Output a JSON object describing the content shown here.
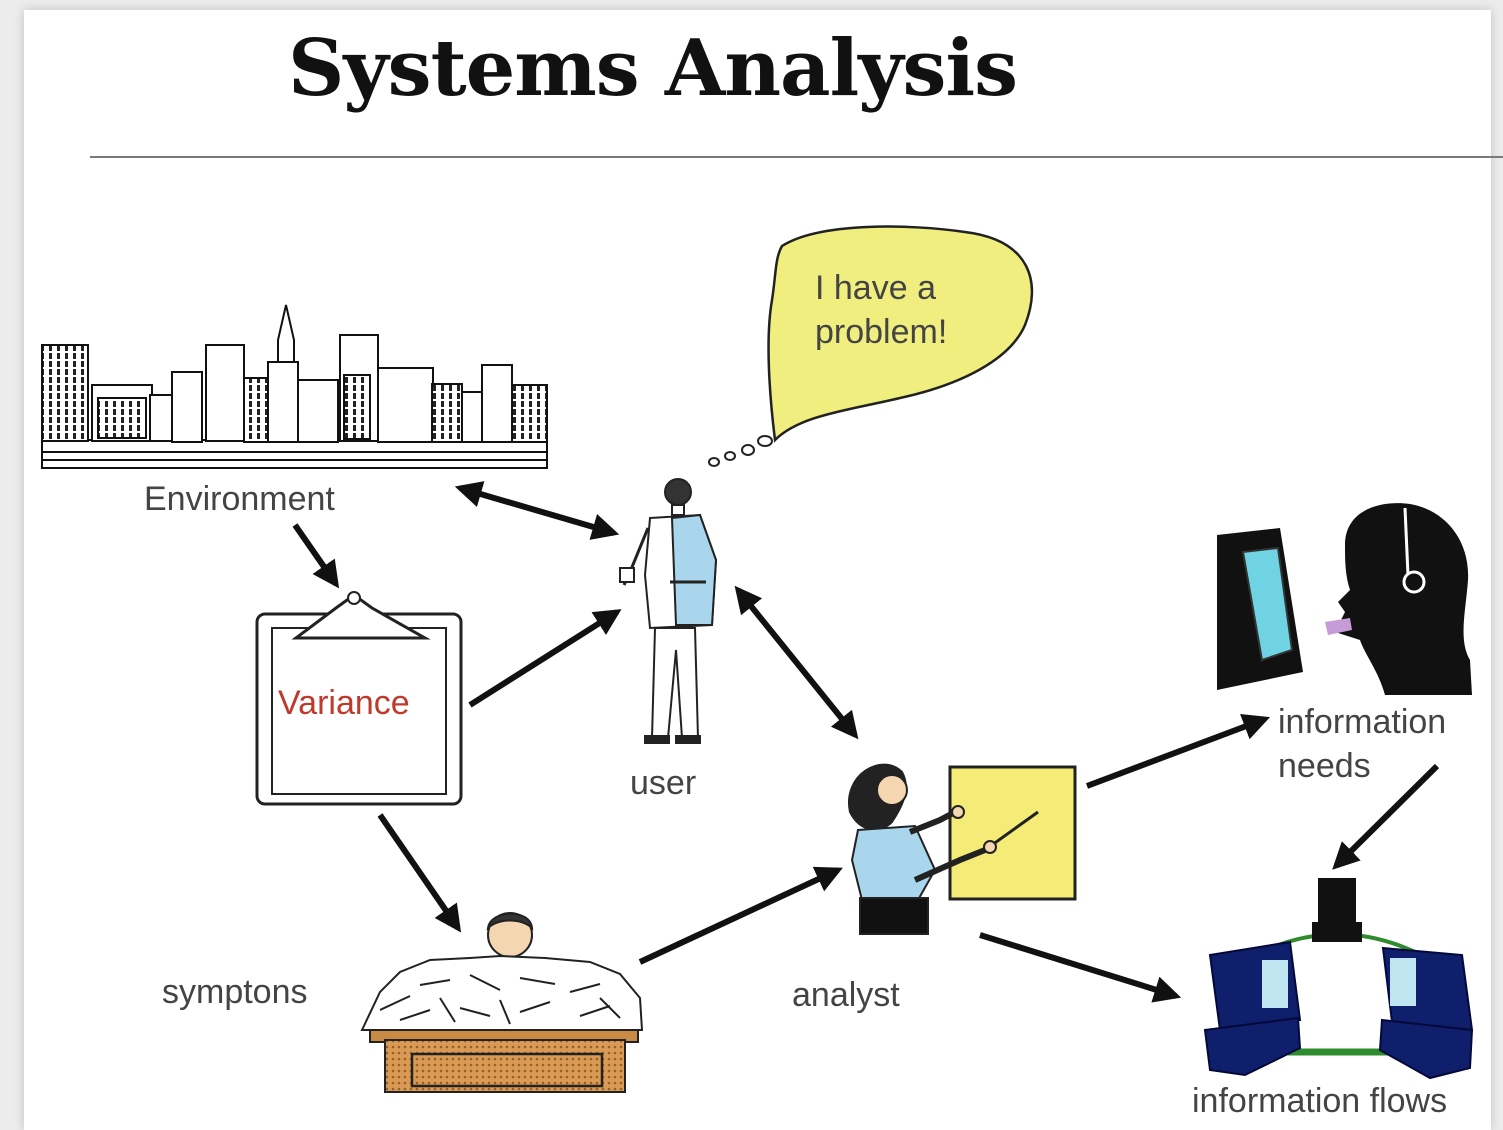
{
  "title": "Systems Analysis",
  "labels": {
    "environment": "Environment",
    "variance": "Variance",
    "user": "user",
    "speech_line1": "I have a",
    "speech_line2": "problem!",
    "symptons": "symptons",
    "analyst": "analyst",
    "info_needs_line1": "information",
    "info_needs_line2": "needs",
    "info_flows": "information flows"
  },
  "colors": {
    "speech_bubble": "#f1ee80",
    "board": "#f4ec76",
    "variance_text": "#c0392b",
    "shirt_blue": "#a9d6ec",
    "monitor_screen": "#6fd3e4",
    "computer_blue": "#0f1f6b",
    "network_green": "#2e8b2e",
    "desk_wood": "#c98a45"
  }
}
